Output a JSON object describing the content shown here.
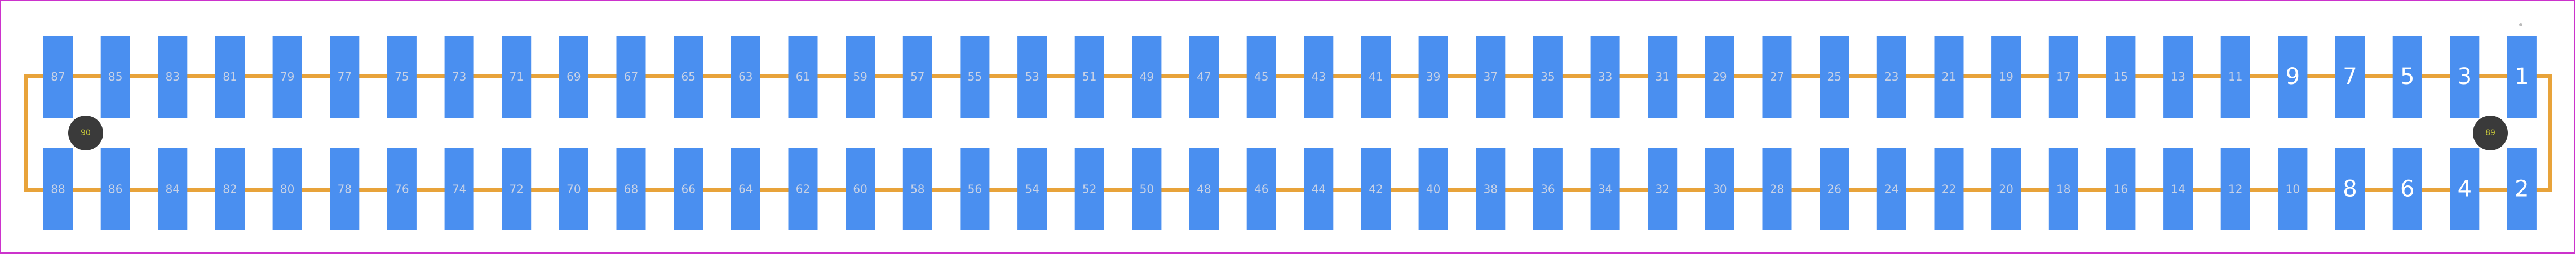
{
  "colors": {
    "background": "#ffffff",
    "border": "#cc33cc",
    "outline": "#e8a33a",
    "pad": "#4a8ff0",
    "pad_label": "#ffffff",
    "pad_label_small": "#c8d2e6",
    "hole": "#3a3a3a",
    "hole_label": "#c9c93a",
    "pin1_marker": "#bbbbbb"
  },
  "footprint": {
    "top_row_pins": [
      "87",
      "85",
      "83",
      "81",
      "79",
      "77",
      "75",
      "73",
      "71",
      "69",
      "67",
      "65",
      "63",
      "61",
      "59",
      "57",
      "55",
      "53",
      "51",
      "49",
      "47",
      "45",
      "43",
      "41",
      "39",
      "37",
      "35",
      "33",
      "31",
      "29",
      "27",
      "25",
      "23",
      "21",
      "19",
      "17",
      "15",
      "13",
      "11",
      "9",
      "7",
      "5",
      "3",
      "1"
    ],
    "bottom_row_pins": [
      "88",
      "86",
      "84",
      "82",
      "80",
      "78",
      "76",
      "74",
      "72",
      "70",
      "68",
      "66",
      "64",
      "62",
      "60",
      "58",
      "56",
      "54",
      "52",
      "50",
      "48",
      "46",
      "44",
      "42",
      "40",
      "38",
      "36",
      "34",
      "32",
      "30",
      "28",
      "26",
      "24",
      "22",
      "20",
      "18",
      "16",
      "14",
      "12",
      "10",
      "8",
      "6",
      "4",
      "2"
    ],
    "large_label_pins": [
      "9",
      "7",
      "5",
      "3",
      "1",
      "8",
      "6",
      "4",
      "2"
    ],
    "mounting_holes": [
      {
        "label": "90",
        "side": "left"
      },
      {
        "label": "89",
        "side": "right"
      }
    ]
  }
}
